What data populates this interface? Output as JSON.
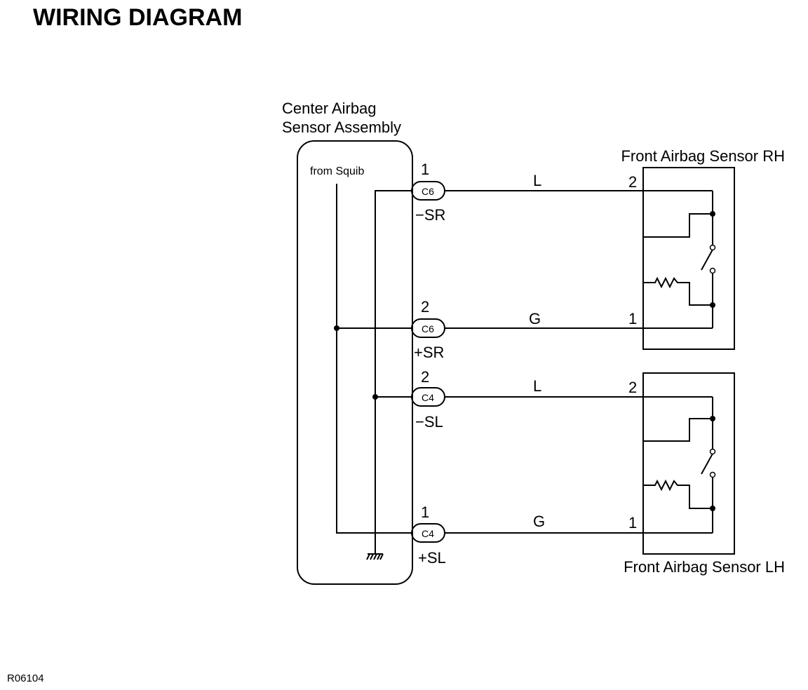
{
  "title": "WIRING DIAGRAM",
  "figure_code": "R06104",
  "center_unit": {
    "name_line1": "Center Airbag",
    "name_line2": "Sensor Assembly",
    "internal_label": "from Squib"
  },
  "connectors": [
    {
      "pin": "1",
      "id": "C6",
      "terminal": "−SR",
      "wire_color": "L",
      "sensor_pin": "2"
    },
    {
      "pin": "2",
      "id": "C6",
      "terminal": "+SR",
      "wire_color": "G",
      "sensor_pin": "1"
    },
    {
      "pin": "2",
      "id": "C4",
      "terminal": "−SL",
      "wire_color": "L",
      "sensor_pin": "2"
    },
    {
      "pin": "1",
      "id": "C4",
      "terminal": "+SL",
      "wire_color": "G",
      "sensor_pin": "1"
    }
  ],
  "sensors": {
    "rh": {
      "name": "Front Airbag Sensor RH"
    },
    "lh": {
      "name": "Front Airbag Sensor LH"
    }
  }
}
